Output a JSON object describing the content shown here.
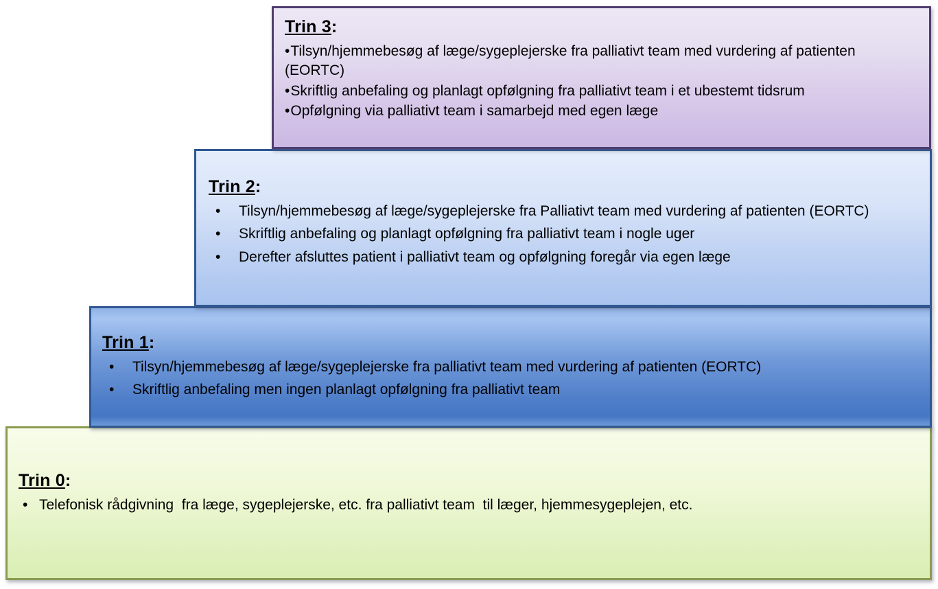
{
  "canvas": {
    "background": "#ffffff"
  },
  "steps": [
    {
      "name": "trin-3",
      "title": "Trin 3",
      "title_suffix": ":",
      "bullet_char": "•",
      "bullets": [
        "Tilsyn/hjemmebesøg af læge/sygeplejerske fra palliativt team med vurdering af patienten (EORTC)",
        "Skriftlig anbefaling og planlagt opfølgning fra palliativt team i et ubestemt tidsrum",
        "Opfølgning via palliativt team i samarbejd med egen læge"
      ],
      "colors": {
        "fill_top": "#ece7f5",
        "fill_bottom": "#cbb8e3",
        "border": "#4f3e70"
      }
    },
    {
      "name": "trin-2",
      "title": "Trin 2",
      "title_suffix": ":",
      "bullet_char": "•",
      "bullets": [
        "Tilsyn/hjemmebesøg af læge/sygeplejerske fra Palliativt team med vurdering af patienten (EORTC)",
        "Skriftlig anbefaling og planlagt opfølgning fra palliativt team i nogle uger",
        "Derefter afsluttes patient i palliativt team og opfølgning foregår via egen læge"
      ],
      "colors": {
        "fill_top": "#e4edfb",
        "fill_bottom": "#a9c4ef",
        "border": "#2f5894"
      }
    },
    {
      "name": "trin-1",
      "title": "Trin 1",
      "title_suffix": ":",
      "bullet_char": "•",
      "bullets": [
        "Tilsyn/hjemmebesøg af læge/sygeplejerske fra palliativt team med vurdering af patienten (EORTC)",
        "Skriftlig anbefaling men ingen planlagt opfølgning fra palliativt team"
      ],
      "colors": {
        "fill_top": "#8fb2e6",
        "fill_bottom": "#4677c4",
        "border": "#2f5894"
      }
    },
    {
      "name": "trin-0",
      "title": "Trin 0",
      "title_suffix": ":",
      "bullet_char": "•",
      "bullets": [
        "Telefonisk rådgivning  fra læge, sygeplejerske, etc. fra palliativt team  til læger, hjemmesygeplejen, etc."
      ],
      "colors": {
        "fill_top": "#f7fcea",
        "fill_bottom": "#daeeb4",
        "border": "#8a9b50"
      }
    }
  ]
}
